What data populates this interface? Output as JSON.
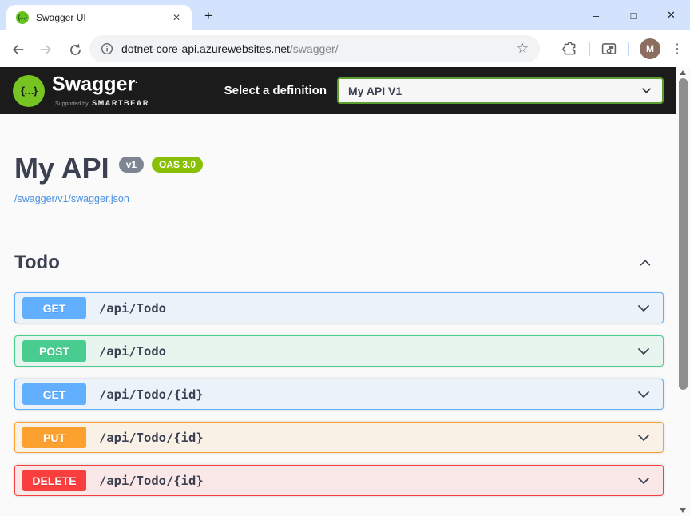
{
  "browser": {
    "tab_title": "Swagger UI",
    "new_tab_glyph": "+",
    "close_tab_glyph": "✕",
    "window": {
      "minimize": "–",
      "maximize": "□",
      "close": "✕"
    },
    "url_host": "dotnet-core-api.azurewebsites.net",
    "url_path": "/swagger/",
    "bookmark_star": "☆",
    "avatar_letter": "M",
    "menu_glyph": "⋮"
  },
  "topbar": {
    "logo_braces": "{…}",
    "logo_text": "Swagger",
    "logo_mark": ".",
    "supported_by": "Supported by",
    "smartbear": "SMARTBEAR",
    "select_label": "Select a definition",
    "selected_definition": "My API V1"
  },
  "info": {
    "title": "My API",
    "version_badge": "v1",
    "oas_badge": "OAS 3.0",
    "spec_link": "/swagger/v1/swagger.json"
  },
  "section": {
    "title": "Todo"
  },
  "operations": [
    {
      "method": "GET",
      "path": "/api/Todo",
      "color": "#61affe",
      "bg": "#ebf2fa"
    },
    {
      "method": "POST",
      "path": "/api/Todo",
      "color": "#49cc90",
      "bg": "#e8f5ef"
    },
    {
      "method": "GET",
      "path": "/api/Todo/{id}",
      "color": "#61affe",
      "bg": "#ebf2fa"
    },
    {
      "method": "PUT",
      "path": "/api/Todo/{id}",
      "color": "#fca130",
      "bg": "#faf1e6"
    },
    {
      "method": "DELETE",
      "path": "/api/Todo/{id}",
      "color": "#f93e3e",
      "bg": "#fae7e7"
    }
  ],
  "colors": {
    "topbar_bg": "#1b1b1b",
    "select_border": "#5c9e31",
    "oas_badge_bg": "#89bf04",
    "version_badge_bg": "#7d8492",
    "link": "#4990e2",
    "heading": "#3b4151"
  }
}
